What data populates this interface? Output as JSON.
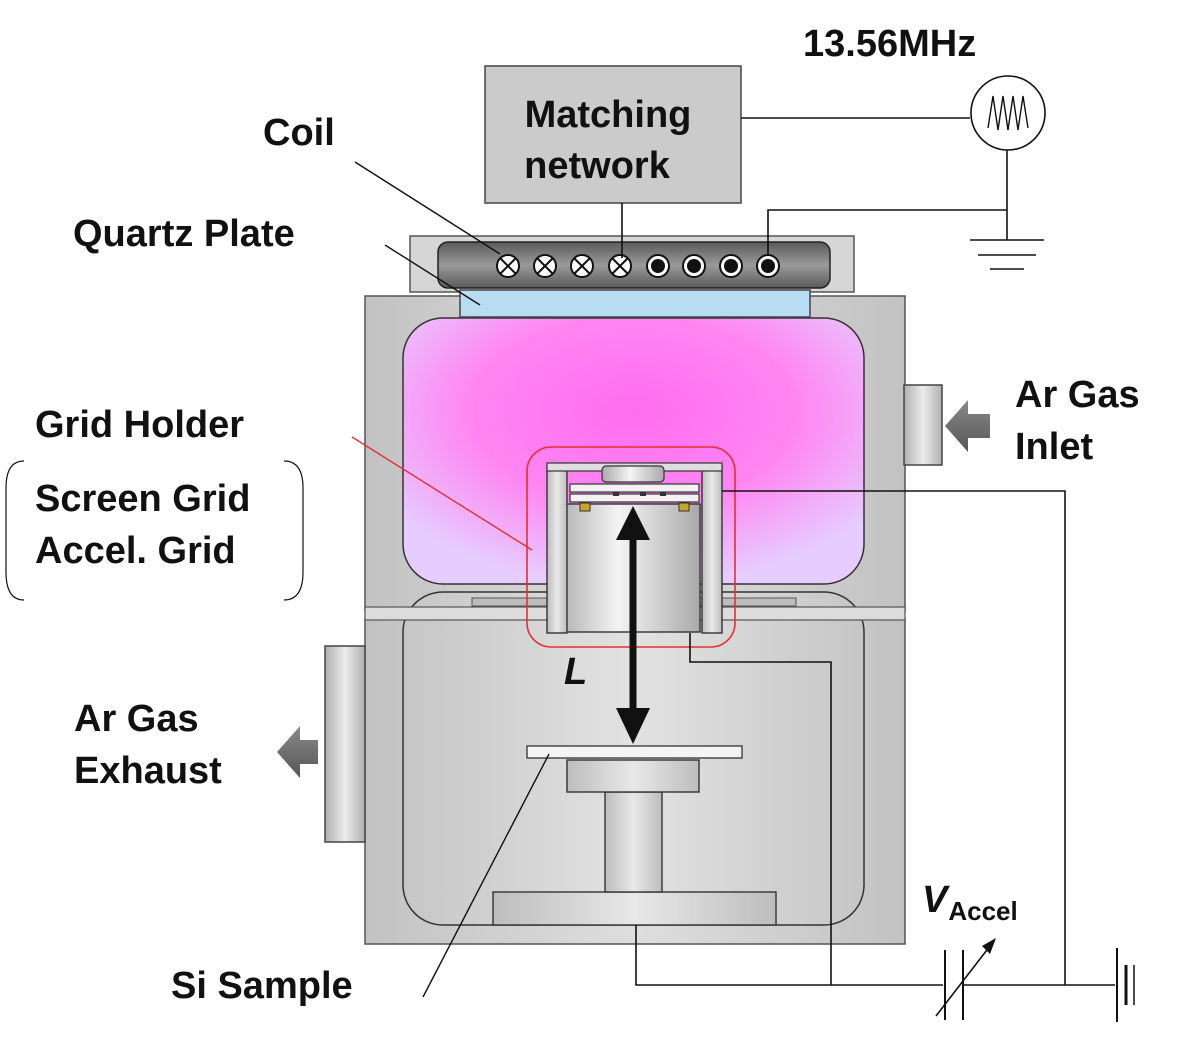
{
  "labels": {
    "frequency": "13.56MHz",
    "matching_line1": "Matching",
    "matching_line2": "network",
    "coil": "Coil",
    "quartz_plate": "Quartz Plate",
    "grid_holder": "Grid Holder",
    "screen_grid": "Screen Grid",
    "accel_grid": "Accel. Grid",
    "gas_inlet_line1": "Ar Gas",
    "gas_inlet_line2": "Inlet",
    "gas_exhaust_line1": "Ar Gas",
    "gas_exhaust_line2": "Exhaust",
    "distance": "L",
    "si_sample": "Si Sample",
    "voltage_symbol": "V",
    "voltage_subscript": "Accel"
  },
  "colors": {
    "plasma": "#ff7ff0",
    "chamber": "#c8c8c8",
    "quartz": "#b8dcf2",
    "highlight": "#e53030",
    "arrow": "#6b6b6b"
  },
  "icons": {
    "rf_source": "ac-source-icon",
    "ground": "ground-icon",
    "capacitor": "variable-capacitor-icon",
    "battery": "dc-battery-icon"
  }
}
